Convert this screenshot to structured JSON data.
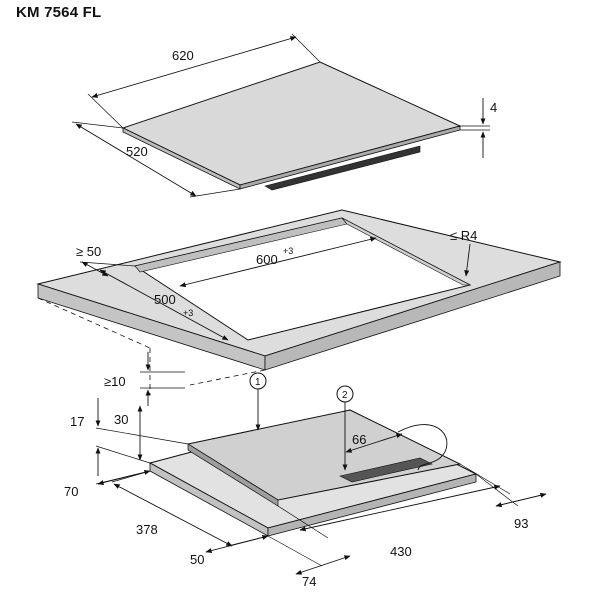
{
  "title": "KM 7564 FL",
  "colors": {
    "surface": "#dcdcdc",
    "glass": "#cfcfcf",
    "edge": "#111111",
    "background": "#ffffff"
  },
  "dimensions": {
    "top_width": "620",
    "top_depth": "520",
    "top_thickness": "4",
    "cutout_width": "600",
    "cutout_width_tol": "+3",
    "cutout_depth": "500",
    "cutout_depth_tol": "+3",
    "radius": "≤ R4",
    "min_edge": "≥ 50",
    "min_below": "≥10",
    "d17": "17",
    "d30": "30",
    "d70": "70",
    "d378": "378",
    "d50": "50",
    "d74": "74",
    "d430": "430",
    "d93": "93",
    "d66": "66"
  },
  "callouts": {
    "c1": "1",
    "c2": "2"
  }
}
